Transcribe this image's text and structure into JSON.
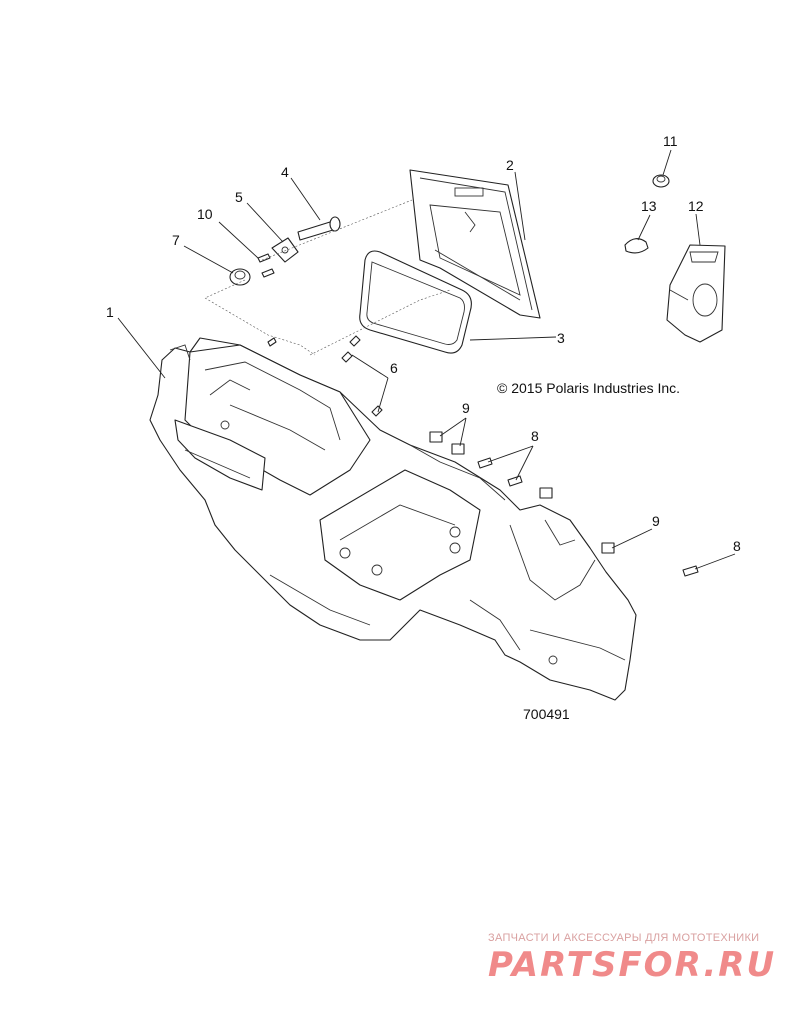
{
  "diagram": {
    "copyright": "© 2015 Polaris Industries Inc.",
    "drawing_number": "700491",
    "callouts": [
      {
        "id": "1",
        "text": "1"
      },
      {
        "id": "2",
        "text": "2"
      },
      {
        "id": "3",
        "text": "3"
      },
      {
        "id": "4",
        "text": "4"
      },
      {
        "id": "5",
        "text": "5"
      },
      {
        "id": "6",
        "text": "6"
      },
      {
        "id": "7",
        "text": "7"
      },
      {
        "id": "8a",
        "text": "8"
      },
      {
        "id": "8b",
        "text": "8"
      },
      {
        "id": "9a",
        "text": "9"
      },
      {
        "id": "9b",
        "text": "9"
      },
      {
        "id": "10",
        "text": "10"
      },
      {
        "id": "11",
        "text": "11"
      },
      {
        "id": "12",
        "text": "12"
      },
      {
        "id": "13",
        "text": "13"
      }
    ]
  },
  "watermark": {
    "tagline": "ЗАПЧАСТИ И АКСЕССУАРЫ ДЛЯ МОТОТЕХНИКИ",
    "logo": "PARTSFOR.RU",
    "color": "#f08a8a"
  }
}
